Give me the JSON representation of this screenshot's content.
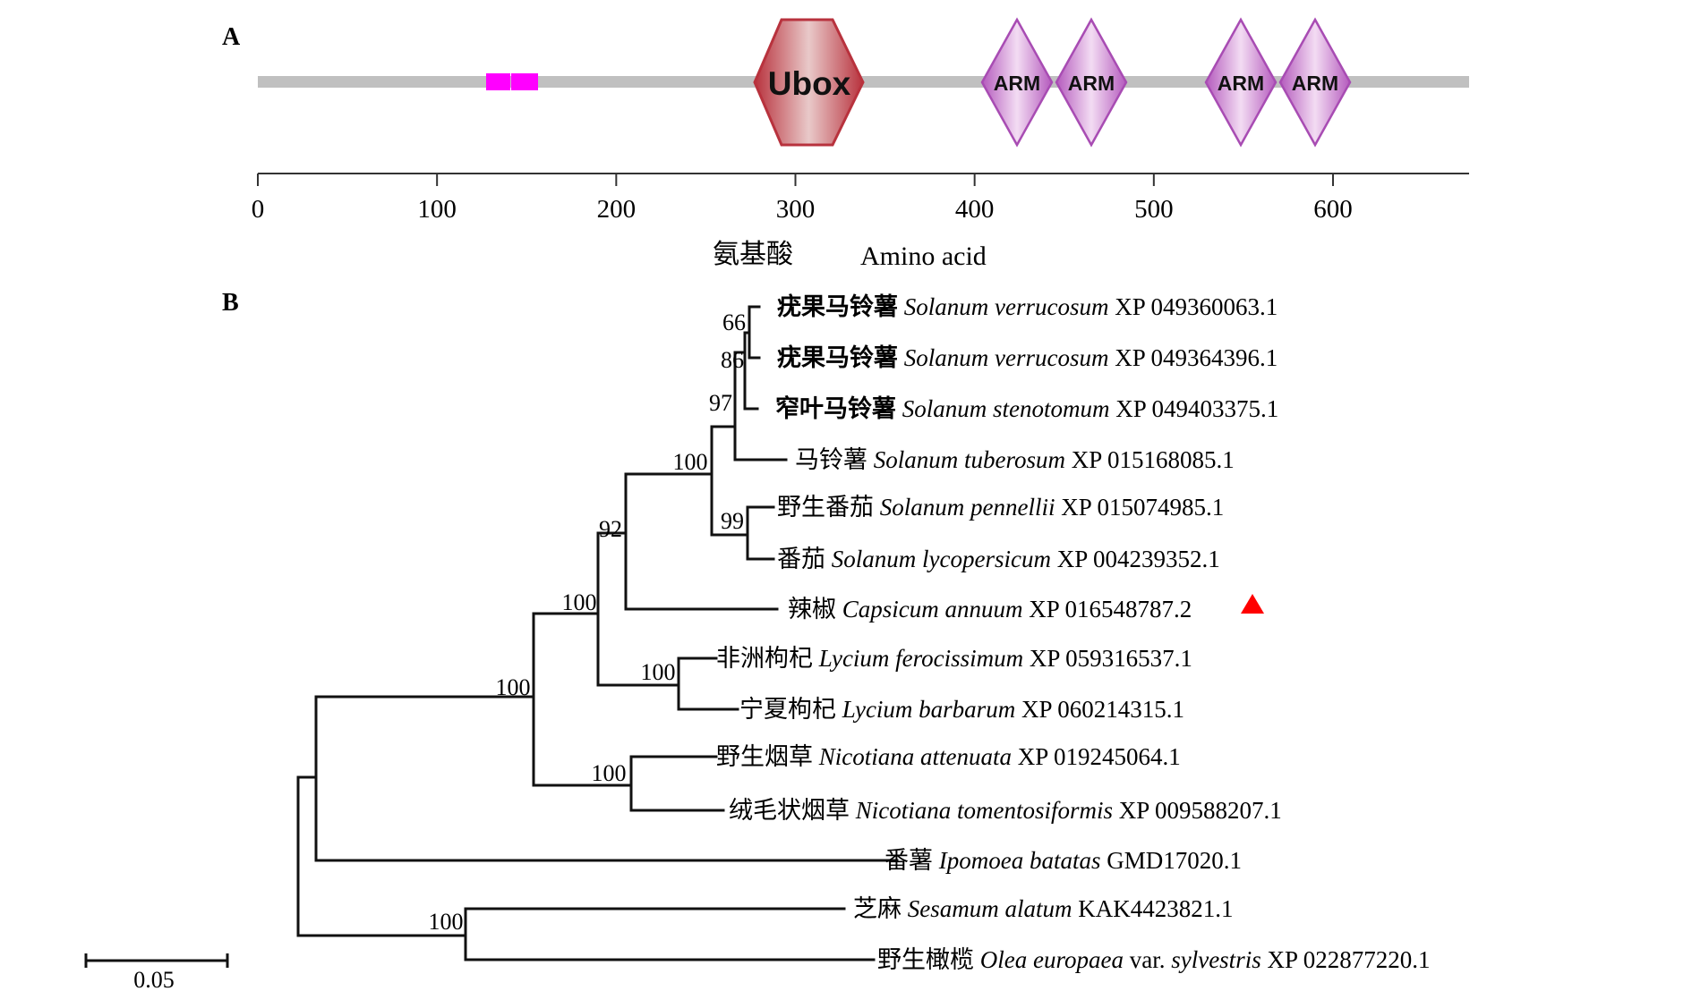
{
  "panel_a": {
    "label": "A",
    "domains": [
      {
        "name": "pink-motif",
        "start": 129,
        "end": 158,
        "color": "#ff00ff"
      },
      {
        "name": "Ubox",
        "label": "Ubox",
        "start": 277,
        "end": 339,
        "color": "#b8323d"
      },
      {
        "name": "ARM",
        "label": "ARM",
        "start": 406,
        "end": 448,
        "color": "#a84cb3"
      },
      {
        "name": "ARM",
        "label": "ARM",
        "start": 448,
        "end": 490,
        "color": "#a84cb3"
      },
      {
        "name": "ARM",
        "label": "ARM",
        "start": 532,
        "end": 574,
        "color": "#a84cb3"
      },
      {
        "name": "ARM",
        "label": "ARM",
        "start": 574,
        "end": 616,
        "color": "#a84cb3"
      }
    ],
    "protein_length": 680,
    "axis": {
      "ticks": [
        "0",
        "100",
        "200",
        "300",
        "400",
        "500",
        "600"
      ],
      "tick_values": [
        0,
        100,
        200,
        300,
        400,
        500,
        600
      ],
      "label_cn": "氨基酸",
      "label_en": "Amino acid"
    }
  },
  "panel_b": {
    "label": "B",
    "leaves": [
      {
        "cn": "疣果马铃薯",
        "sci": "Solanum  verrucosum",
        "acc": "XP 049360063.1",
        "bold": true
      },
      {
        "cn": "疣果马铃薯",
        "sci": "Solanum  verrucosum",
        "acc": "XP 049364396.1",
        "bold": true
      },
      {
        "cn": "窄叶马铃薯",
        "sci": "Solanum  stenotomum",
        "acc": "XP 049403375.1",
        "bold": true
      },
      {
        "cn": "马铃薯",
        "sci": "Solanum tuberosum",
        "acc": "XP 015168085.1",
        "bold": false
      },
      {
        "cn": "野生番茄",
        "sci": "Solanum pennellii",
        "acc": "XP 015074985.1",
        "bold": false
      },
      {
        "cn": "番茄",
        "sci": "Solanum  lycopersicum",
        "acc": "XP 004239352.1",
        "bold": false
      },
      {
        "cn": "辣椒",
        "sci": "Capsicum annuum",
        "acc": "XP 016548787.2",
        "bold": false,
        "marker": "▲"
      },
      {
        "cn": "非洲枸杞",
        "sci": "Lycium ferocissimum",
        "acc": "XP 059316537.1",
        "bold": false
      },
      {
        "cn": "宁夏枸杞",
        "sci": "Lycium barbarum",
        "acc": "XP 060214315.1",
        "bold": false
      },
      {
        "cn": "野生烟草",
        "sci": "Nicotiana attenuata",
        "acc": "XP 019245064.1",
        "bold": false
      },
      {
        "cn": "绒毛状烟草",
        "sci": "Nicotiana tomentosiformis",
        "acc": "XP 009588207.1",
        "bold": false
      },
      {
        "cn": "番薯",
        "sci": "Ipomoea batatas",
        "acc": "GMD17020.1",
        "bold": false
      },
      {
        "cn": "芝麻",
        "sci": "Sesamum alatum",
        "acc": "KAK4423821.1",
        "bold": false
      },
      {
        "cn": "野生橄榄",
        "sci": "Olea europaea",
        "sci2": "var.",
        "sci3": "sylvestris",
        "acc": "XP 022877220.1",
        "bold": false
      }
    ],
    "bootstrap": [
      "66",
      "86",
      "97",
      "100",
      "99",
      "92",
      "100",
      "100",
      "100",
      "100",
      "100"
    ],
    "scale_bar": "0.05",
    "marker_color": "#ff0000"
  }
}
